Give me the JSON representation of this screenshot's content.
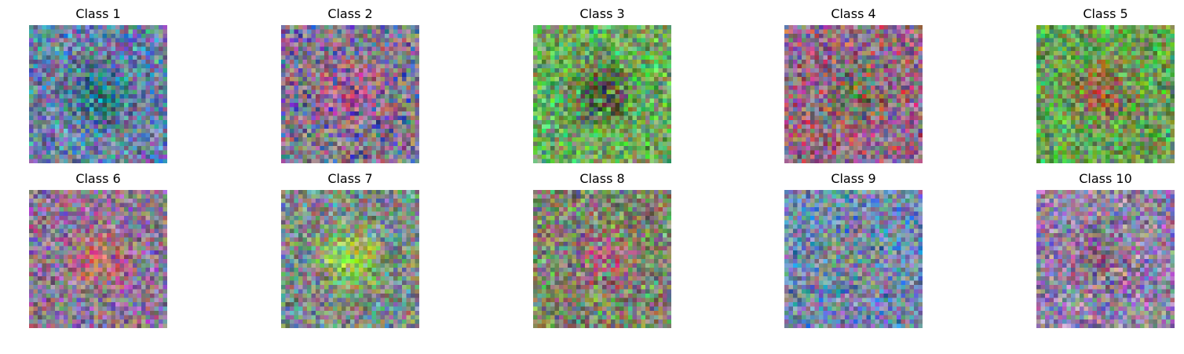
{
  "figure": {
    "panels": [
      {
        "title": "Class 1",
        "base": "#6f7aa0",
        "center": "#1f6b66",
        "accent": "#34b8c9"
      },
      {
        "title": "Class 2",
        "base": "#8d7d86",
        "center": "#c0508e",
        "accent": "#2a4bc4"
      },
      {
        "title": "Class 3",
        "base": "#6fa25f",
        "center": "#4a3d35",
        "accent": "#48e05a"
      },
      {
        "title": "Class 4",
        "base": "#8d6d8b",
        "center": "#5a7a4a",
        "accent": "#d04a4a"
      },
      {
        "title": "Class 5",
        "base": "#6a9a55",
        "center": "#b04a3a",
        "accent": "#4fd24f"
      },
      {
        "title": "Class 6",
        "base": "#8d7a8e",
        "center": "#d06a5a",
        "accent": "#9a5ac8"
      },
      {
        "title": "Class 7",
        "base": "#7f8a80",
        "center": "#a8e038",
        "accent": "#6a9ab4"
      },
      {
        "title": "Class 8",
        "base": "#7f7d6e",
        "center": "#c04a7a",
        "accent": "#6ac46a"
      },
      {
        "title": "Class 9",
        "base": "#7a8aa6",
        "center": "#8a8a7a",
        "accent": "#2a7ad8"
      },
      {
        "title": "Class 10",
        "base": "#8a7fa0",
        "center": "#7a5a7a",
        "accent": "#c9a0c0"
      }
    ]
  }
}
